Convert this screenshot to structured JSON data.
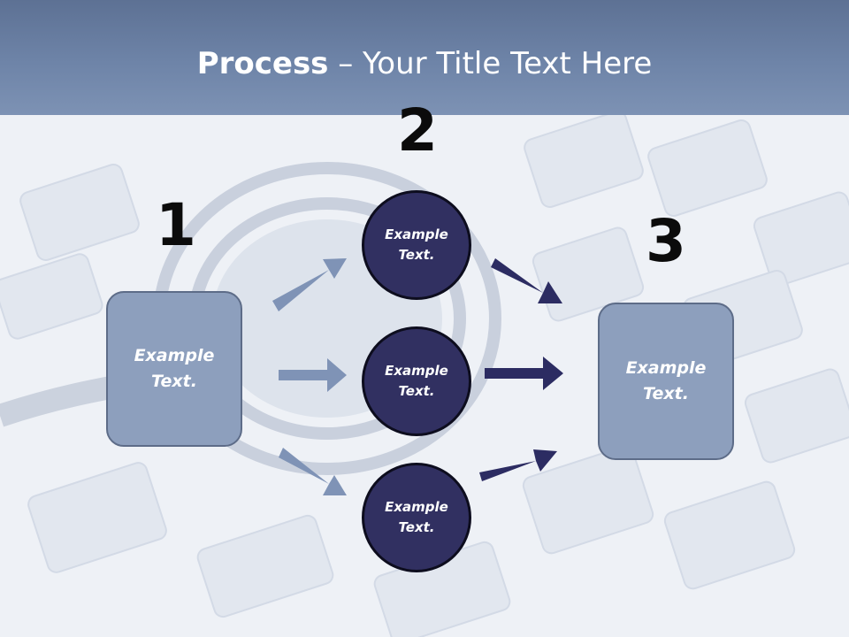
{
  "title": {
    "bold": "Process",
    "rest": " – Your Title Text Here"
  },
  "steps": {
    "one": {
      "number": "1",
      "box_text": "Example Text."
    },
    "two": {
      "number": "2",
      "circles": [
        "Example Text.",
        "Example Text.",
        "Example Text."
      ]
    },
    "three": {
      "number": "3",
      "box_text": "Example Text."
    }
  },
  "colors": {
    "title_band": "#6e84a8",
    "box_fill": "#8d9fbd",
    "circle_fill": "#313061",
    "arrow_light": "#7f93b6",
    "arrow_dark": "#2c2c62"
  }
}
